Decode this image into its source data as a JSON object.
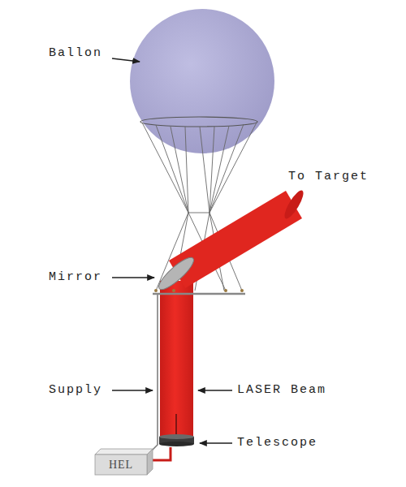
{
  "diagram": {
    "nodes": [
      {
        "text": [
          "HEL"
        ]
      }
    ],
    "labels": [
      "Ballon",
      "To Target",
      "Mirror",
      "Supply",
      "LASER Beam",
      "Telescope"
    ]
  }
}
